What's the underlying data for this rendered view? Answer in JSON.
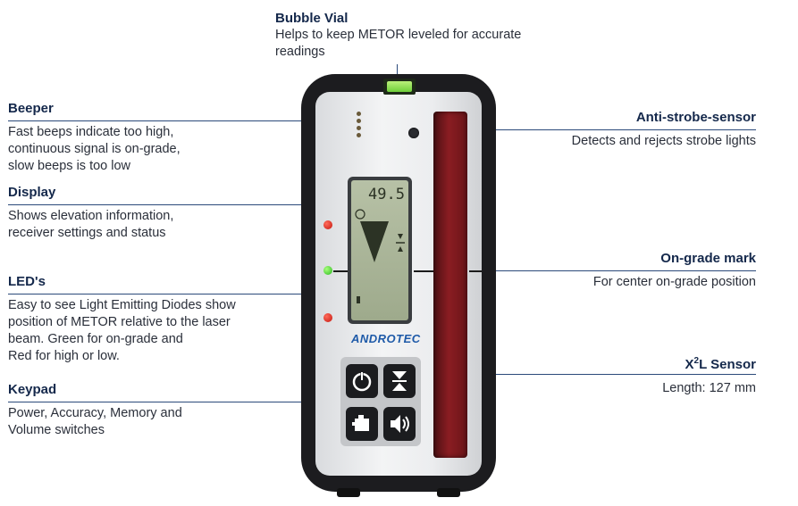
{
  "callouts": {
    "bubble_vial": {
      "title": "Bubble Vial",
      "desc": "Helps to keep METOR leveled for accurate\nreadings"
    },
    "beeper": {
      "title": "Beeper",
      "desc": "Fast beeps indicate too high,\ncontinuous signal is on-grade,\nslow beeps is too low"
    },
    "display": {
      "title": "Display",
      "desc": "Shows elevation information,\nreceiver settings and status"
    },
    "leds": {
      "title": "LED's",
      "desc": "Easy to see Light Emitting Diodes show\nposition of METOR relative to the laser\nbeam. Green for on-grade and\nRed for high or low."
    },
    "keypad": {
      "title": "Keypad",
      "desc": "Power, Accuracy, Memory and\nVolume switches"
    },
    "anti_strobe": {
      "title": "Anti-strobe-sensor",
      "desc": "Detects and rejects strobe lights"
    },
    "on_grade": {
      "title": "On-grade mark",
      "desc": "For center on-grade position"
    },
    "x2l": {
      "title_prefix": "X",
      "title_sup": "2",
      "title_suffix": "L Sensor",
      "desc": "Length: 127 mm"
    }
  },
  "device": {
    "brand": "ANDROTEC",
    "lcd_reading": "49.5",
    "icons": [
      "power-icon",
      "accuracy-icon",
      "memory-icon",
      "volume-icon"
    ]
  },
  "colors": {
    "leader": "#2b4a7a",
    "title": "#14284b",
    "led_red": "#c4160f",
    "led_green": "#29b81e",
    "sensor": "#8a1d22"
  }
}
